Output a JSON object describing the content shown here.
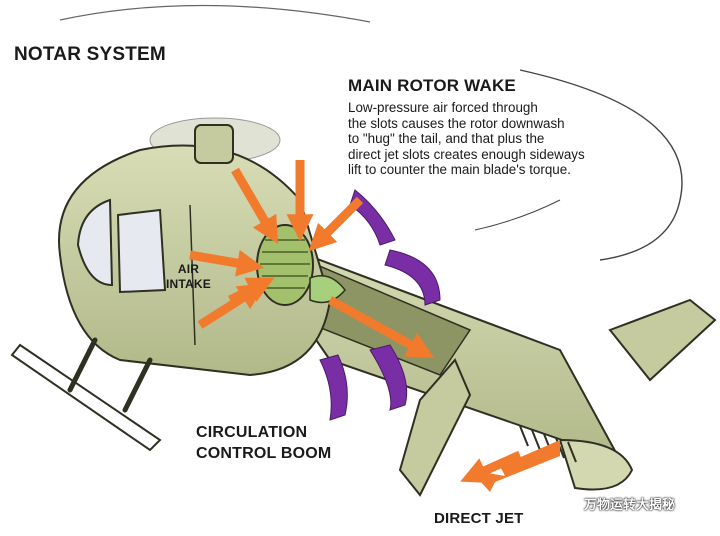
{
  "title": "NOTAR SYSTEM",
  "main_rotor_wake": {
    "heading": "MAIN ROTOR WAKE",
    "lines": [
      "Low-pressure air forced through",
      "the slots causes the rotor downwash",
      "to \"hug\" the tail, and that plus the",
      "direct jet slots creates enough sideways",
      "lift to counter the main blade's torque."
    ]
  },
  "air_intake": {
    "line1": "AIR",
    "line2": "INTAKE"
  },
  "circulation_control_boom": {
    "line1": "CIRCULATION",
    "line2": "CONTROL BOOM"
  },
  "direct_jet": "DIRECT JET",
  "watermark": "万物运转大揭秘",
  "colors": {
    "body": "#c9cfa4",
    "body_shadow": "#a7ae7f",
    "outline": "#2f2f22",
    "arrow": "#f27a2c",
    "wake": "#7a2ea6",
    "fan": "#a3c06d",
    "nozzle": "#a6d07c",
    "window": "#e6eaf0"
  },
  "icons": [
    "watermark-logo-icon"
  ]
}
